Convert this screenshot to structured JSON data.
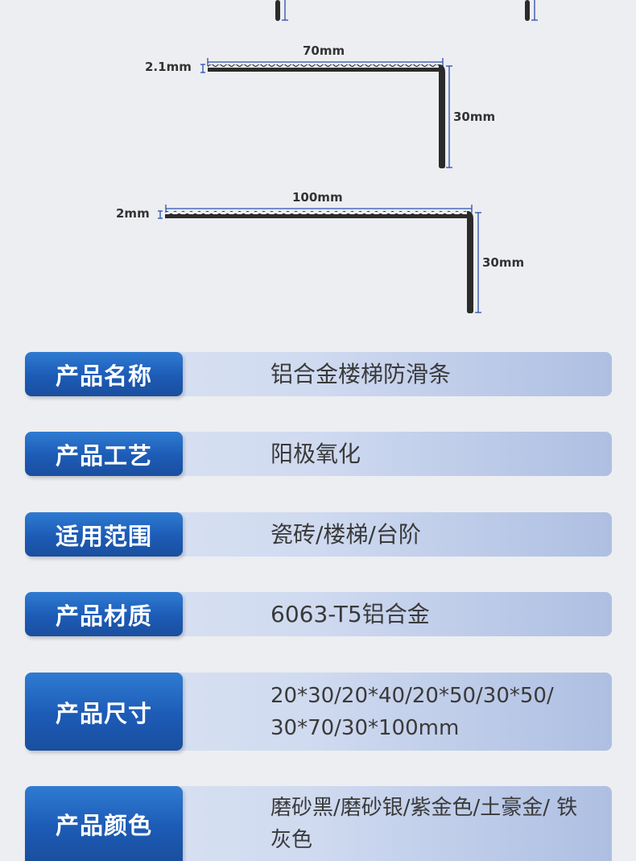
{
  "diagram": {
    "profile_a": {
      "width_label": "70mm",
      "thickness_label": "2.1mm",
      "height_label": "30mm"
    },
    "profile_b": {
      "width_label": "100mm",
      "thickness_label": "2mm",
      "height_label": "30mm"
    }
  },
  "specs": [
    {
      "label": "产品名称",
      "value": "铝合金楼梯防滑条"
    },
    {
      "label": "产品工艺",
      "value": "阳极氧化"
    },
    {
      "label": "适用范围",
      "value": "瓷砖/楼梯/台阶"
    },
    {
      "label": "产品材质",
      "value": "6063-T5铝合金"
    },
    {
      "label": "产品尺寸",
      "value": "20*30/20*40/20*50/30*50/ 30*70/30*100mm"
    },
    {
      "label": "产品颜色",
      "value": "磨砂黑/磨砂银/紫金色/土豪金/ 铁灰色"
    }
  ],
  "colors": {
    "label_bg": "#1c5bb6",
    "row_bg": "#cfdaf0",
    "profile": "#2b2b2b",
    "dim_line": "#2a4fb0"
  }
}
